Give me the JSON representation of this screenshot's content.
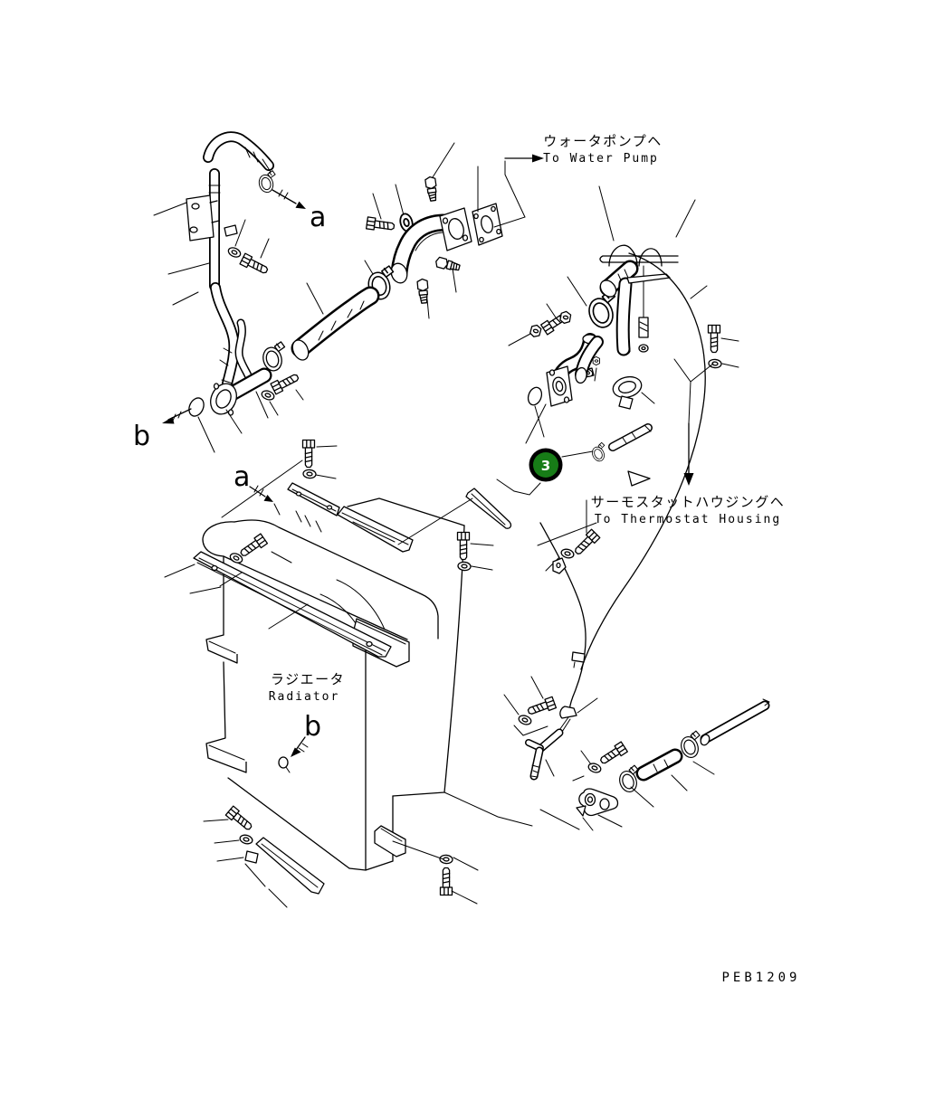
{
  "drawing": {
    "labels": {
      "water_pump_jp": "ウォータポンプヘ",
      "water_pump_en": "To Water Pump",
      "thermostat_jp": "サーモスタットハウジングヘ",
      "thermostat_en": "To Thermostat Housing",
      "radiator_jp": "ラジエータ",
      "radiator_en": "Radiator",
      "view_a_top": "a",
      "view_a_mid": "a",
      "view_b_left": "b",
      "view_b_bottom": "b",
      "part_code": "PEB1209",
      "balloon_3": "3"
    },
    "colors": {
      "background": "#ffffff",
      "line": "#000000",
      "balloon_fill": "#177c17",
      "balloon_ring": "#000000",
      "balloon_text": "#ffffff"
    }
  }
}
